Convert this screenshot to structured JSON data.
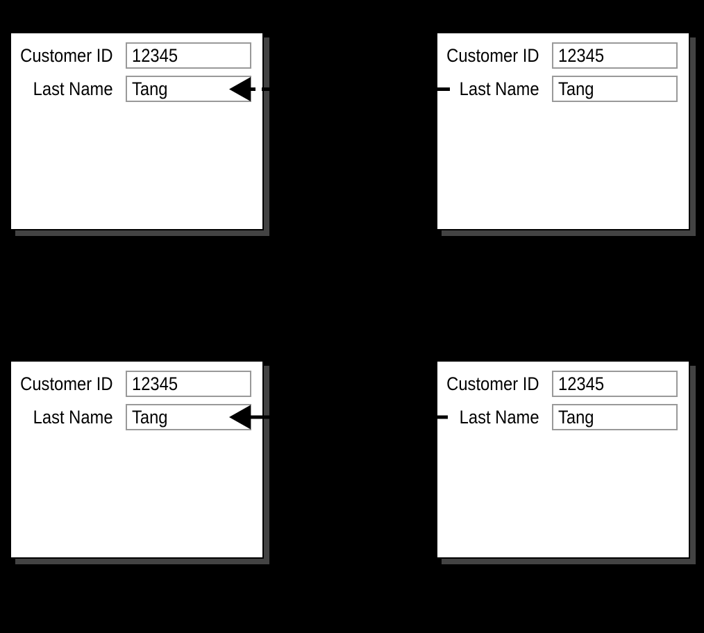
{
  "diagram": {
    "background_color": "#000000",
    "panel_color": "#ffffff",
    "panel_shadow_color": "#434343",
    "field_border_color": "#999999",
    "arrow_color": "#000000"
  },
  "panels": [
    {
      "id": "top-left",
      "fields": [
        {
          "label": "Customer ID",
          "value": "12345"
        },
        {
          "label": "Last Name",
          "value": "Tang"
        }
      ]
    },
    {
      "id": "top-right",
      "fields": [
        {
          "label": "Customer ID",
          "value": "12345"
        },
        {
          "label": "Last Name",
          "value": "Tang"
        }
      ]
    },
    {
      "id": "bottom-left",
      "fields": [
        {
          "label": "Customer ID",
          "value": "12345"
        },
        {
          "label": "Last Name",
          "value": "Tang"
        }
      ]
    },
    {
      "id": "bottom-right",
      "fields": [
        {
          "label": "Customer ID",
          "value": "12345"
        },
        {
          "label": "Last Name",
          "value": "Tang"
        }
      ]
    }
  ],
  "connectors": [
    {
      "from": "top-right.last-name",
      "to": "top-left.last-name",
      "style": "dashed",
      "direction": "right-to-left"
    },
    {
      "from": "bottom-right.last-name",
      "to": "bottom-left.last-name",
      "style": "solid",
      "direction": "right-to-left"
    }
  ]
}
